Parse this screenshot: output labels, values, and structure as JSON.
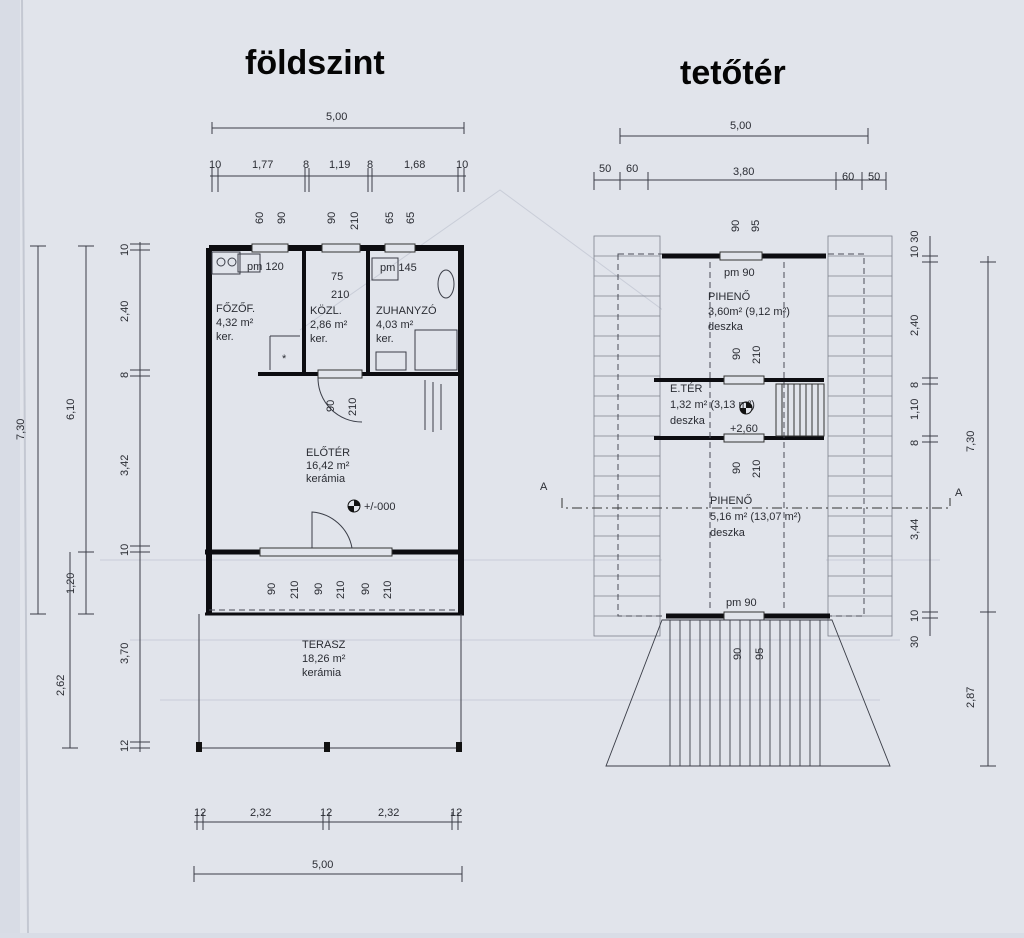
{
  "titles": {
    "ground": "földszint",
    "attic": "tetőtér"
  },
  "ground": {
    "dims_top_total": "5,00",
    "dims_top": [
      "10",
      "1,77",
      "8",
      "1,19",
      "8",
      "1,68",
      "10"
    ],
    "dims_bottom": [
      "12",
      "2,32",
      "12",
      "2,32",
      "12"
    ],
    "dims_bottom_total": "5,00",
    "dims_left_outer": "7,30",
    "dims_left_mid": [
      "6,10",
      "1,20"
    ],
    "dims_left_inner": [
      "10",
      "2,40",
      "8",
      "3,42",
      "10",
      "3,70",
      "12"
    ],
    "dims_left_extra": "2,62",
    "window_labels": [
      "60",
      "90",
      "90",
      "210",
      "65",
      "65"
    ],
    "door_labels": [
      "90",
      "210"
    ],
    "front_door_labels": [
      "90",
      "210",
      "90",
      "210",
      "90",
      "210"
    ],
    "pm_labels": [
      "pm 120",
      "pm 145"
    ],
    "extra_labels": [
      "75",
      "210"
    ],
    "rooms": [
      {
        "name": "FŐZŐF.",
        "area": "4,32 m²",
        "floor": "ker."
      },
      {
        "name": "KÖZL.",
        "area": "2,86 m²",
        "floor": "ker."
      },
      {
        "name": "ZUHANYZÓ",
        "area": "4,03 m²",
        "floor": "ker."
      },
      {
        "name": "ELŐTÉR",
        "area": "16,42 m²",
        "floor": "kerámia"
      },
      {
        "name": "TERASZ",
        "area": "18,26 m²",
        "floor": "kerámia"
      }
    ],
    "level_mark": "+/-000"
  },
  "attic": {
    "dims_top_total": "5,00",
    "dims_top": [
      "50",
      "60",
      "3,80",
      "60",
      "50"
    ],
    "dims_right_inner": [
      "10 30",
      "2,40",
      "8",
      "1,10",
      "8",
      "3,44",
      "10",
      "30"
    ],
    "dims_right_outer": "7,30",
    "dims_right_extra": "2,87",
    "window_labels": [
      "90",
      "95"
    ],
    "door_labels": [
      "90",
      "210",
      "90",
      "210"
    ],
    "bottom_labels": [
      "90",
      "95"
    ],
    "pm_labels": [
      "pm 90",
      "pm 90"
    ],
    "rooms": [
      {
        "name": "PIHENŐ",
        "area": "3,60m² (9,12 m²)",
        "floor": "deszka"
      },
      {
        "name": "E.TÉR",
        "area": "1,32 m² (3,13 m²)",
        "floor": "deszka"
      },
      {
        "name": "PIHENŐ",
        "area": "5,16 m² (13,07 m²)",
        "floor": "deszka"
      }
    ],
    "level_mark": "+2,60",
    "section_mark": "A"
  }
}
